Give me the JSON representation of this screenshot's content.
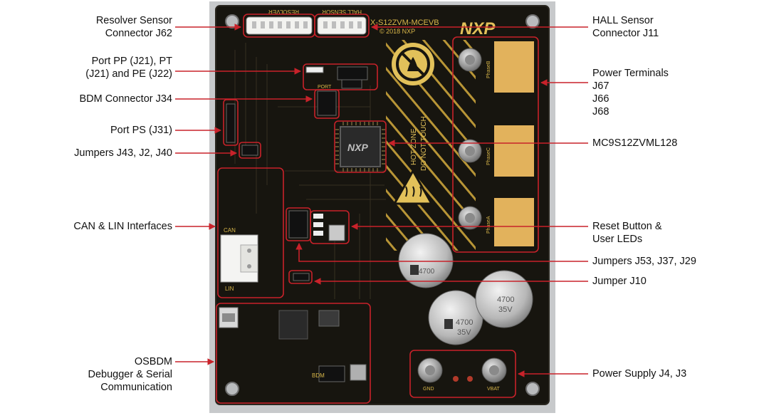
{
  "board": {
    "connector_j62_text": "RESOLVER",
    "connector_j11_text": "HALL SENSOR",
    "board_name": "X-S12ZVM-MCEVB",
    "copyright": "© 2018 NXP",
    "brand": "NXP",
    "chip_brand": "NXP",
    "hot_zone_line1": "HOT ZONE",
    "hot_zone_line2": "DO NOT TOUCH",
    "silk_port": "PORT",
    "silk_bdm": "BDM",
    "silk_can": "CAN",
    "silk_lin": "LIN",
    "silk_gnd": "GND",
    "silk_vbat": "VBAT",
    "silk_phase_a": "PhaseA",
    "silk_phase_b": "PhaseB",
    "silk_phase_c": "PhaseC",
    "cap_value": "4700",
    "cap_voltage": "35V"
  },
  "labels_left": [
    {
      "lines": [
        "Resolver Sensor",
        "Connector J62"
      ]
    },
    {
      "lines": [
        "Port PP (J21), PT",
        "(J21) and PE (J22)"
      ]
    },
    {
      "lines": [
        "BDM Connector J34"
      ]
    },
    {
      "lines": [
        "Port PS (J31)"
      ]
    },
    {
      "lines": [
        "Jumpers J43, J2, J40"
      ]
    },
    {
      "lines": [
        "CAN & LIN Interfaces"
      ]
    },
    {
      "lines": [
        "OSBDM",
        "Debugger & Serial",
        "Communication"
      ]
    }
  ],
  "labels_right": [
    {
      "lines": [
        "HALL Sensor",
        "Connector J11"
      ]
    },
    {
      "lines": [
        "Power Terminals",
        "J67",
        "J66",
        "J68"
      ]
    },
    {
      "lines": [
        "MC9S12ZVML128"
      ]
    },
    {
      "lines": [
        "Reset Button &",
        "User LEDs"
      ]
    },
    {
      "lines": [
        "Jumpers J53, J37, J29"
      ]
    },
    {
      "lines": [
        "Jumper J10"
      ]
    },
    {
      "lines": [
        "Power Supply J4, J3"
      ]
    }
  ],
  "colors": {
    "pcb": "#17150f",
    "pcb_edge": "#2a2720",
    "metal": "#c7c9cb",
    "silk": "#d9b74a",
    "copper": "#e2b25c",
    "callout": "#c8222a",
    "text": "#111111"
  }
}
